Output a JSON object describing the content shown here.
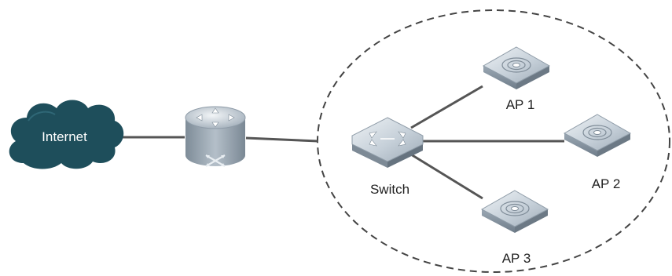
{
  "nodes": {
    "internet": {
      "label": "Internet"
    },
    "router": {
      "label": ""
    },
    "switch": {
      "label": "Switch"
    },
    "ap1": {
      "label": "AP 1"
    },
    "ap2": {
      "label": "AP 2"
    },
    "ap3": {
      "label": "AP 3"
    }
  },
  "colors": {
    "cloud": "#1e4e5b",
    "device_top": "#c9d3dc",
    "device_side": "#8e9ba7",
    "line": "#555555",
    "boundary": "#444444"
  }
}
